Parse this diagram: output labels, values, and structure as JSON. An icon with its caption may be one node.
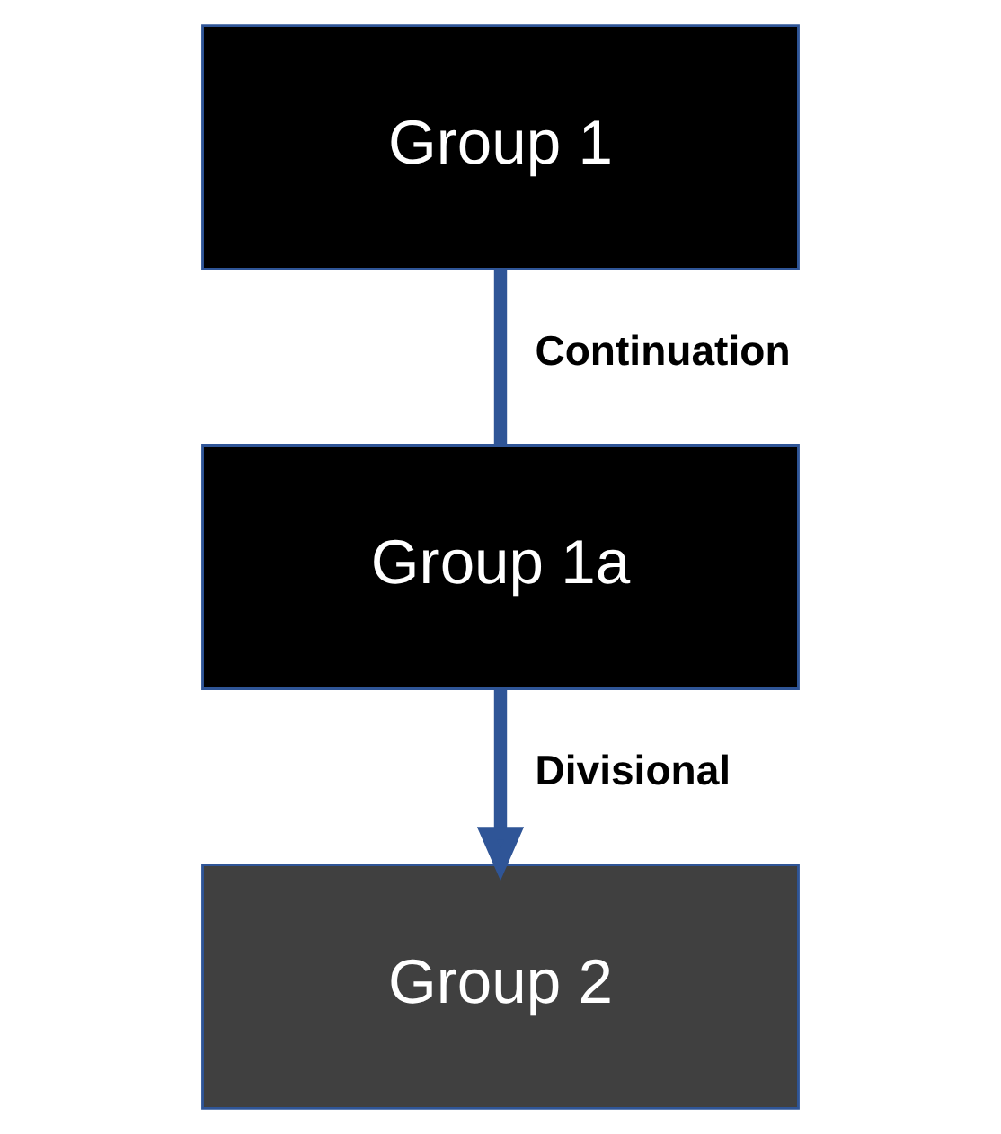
{
  "diagram": {
    "nodes": [
      {
        "text": [
          "Group 1"
        ]
      },
      {
        "text": [
          "Group 1a"
        ]
      },
      {
        "text": [
          "Group 2"
        ]
      }
    ],
    "edges": [
      {
        "from": 0,
        "to": 1,
        "arrow": "none",
        "label": "Continuation"
      },
      {
        "from": 1,
        "to": 2,
        "arrow": "to",
        "label": "Divisional"
      }
    ]
  }
}
